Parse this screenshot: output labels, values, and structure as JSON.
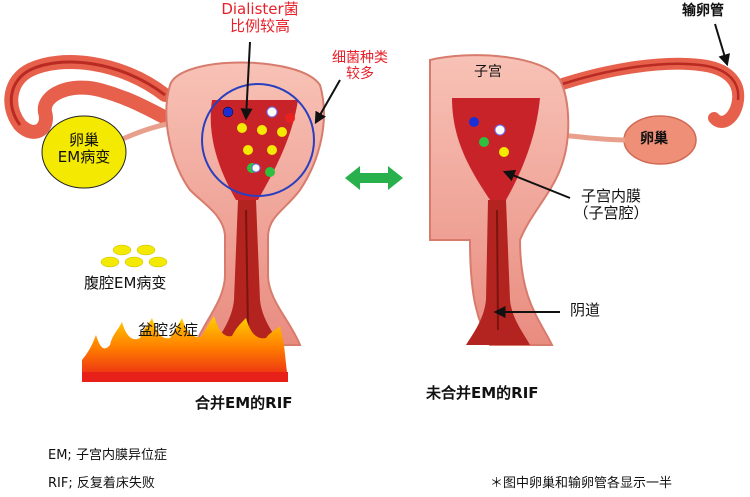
{
  "left": {
    "bacteria_label": [
      "Dialister菌",
      "比例较高"
    ],
    "diversity_label": [
      "细菌种类",
      "较多"
    ],
    "ovary_lesion": [
      "卵巢",
      "EM病变"
    ],
    "peritoneal_lesion": "腹腔EM病变",
    "pelvic_inflammation": "盆腔炎症",
    "caption": "合并EM的RIF"
  },
  "right": {
    "fallopian_tube": "输卵管",
    "uterus": "子宫",
    "ovary": "卵巢",
    "endometrium": [
      "子宫内膜",
      "（子宫腔）"
    ],
    "vagina": "阴道",
    "caption": "未合并EM的RIF"
  },
  "legend": {
    "em": "EM; 子宫内膜异位症",
    "rif": "RIF; 反复着床失败",
    "note": "＊图中卵巢和输卵管各显示一半"
  },
  "colors": {
    "accent_red": "#e8202a",
    "tissue_pink": "#f3a79a",
    "tissue_red": "#c9232a",
    "lesion_yellow": "#f4e900",
    "arrow_green": "#27b04b",
    "circle_blue": "#2a3fbf"
  }
}
